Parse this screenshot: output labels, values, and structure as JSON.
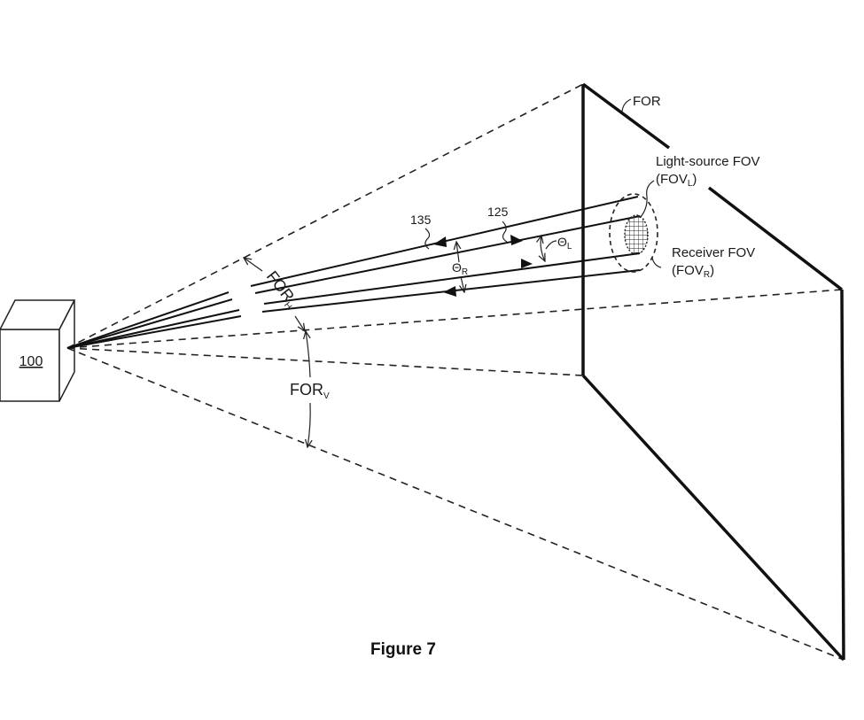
{
  "figure": {
    "caption": "Figure 7",
    "device_label": "100",
    "for_label": "FOR",
    "light_source_fov": {
      "line1": "Light-source FOV",
      "paren_open": "(FOV",
      "subscript": "L",
      "paren_close": ")"
    },
    "receiver_fov": {
      "line1": "Receiver FOV",
      "paren_open": "(FOV",
      "subscript": "R",
      "paren_close": ")"
    },
    "ref_135": "135",
    "ref_125": "125",
    "theta_r": {
      "symbol": "Θ",
      "subscript": "R"
    },
    "theta_l": {
      "symbol": "Θ",
      "subscript": "L"
    },
    "for_h": {
      "text": "FOR",
      "subscript": "H"
    },
    "for_v": {
      "text": "FOR",
      "subscript": "V"
    }
  }
}
